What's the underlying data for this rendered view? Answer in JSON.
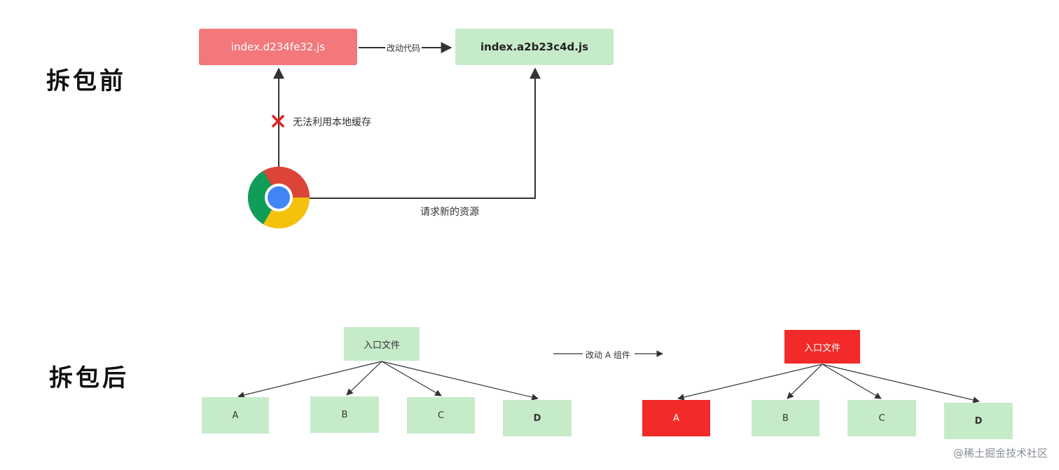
{
  "before": {
    "title": "拆包前",
    "old_file": "index.d234fe32.js",
    "new_file": "index.a2b23c4d.js",
    "change_label": "改动代码",
    "cache_fail_label": "无法利用本地缓存",
    "request_label": "请求新的资源",
    "browser_icon": "chrome-icon",
    "fail_icon": "cross-icon"
  },
  "after": {
    "title": "拆包后",
    "change_label": "改动 A 组件",
    "left_tree": {
      "root": "入口文件",
      "children": [
        "A",
        "B",
        "C",
        "D"
      ]
    },
    "right_tree": {
      "root": "入口文件",
      "children": [
        "A",
        "B",
        "C",
        "D"
      ]
    }
  },
  "colors": {
    "red_file": "#f2787c",
    "green_file": "#c6ebc9",
    "changed_red": "#f22a2a",
    "arrow": "#333333"
  },
  "watermark": "@稀土掘金技术社区"
}
